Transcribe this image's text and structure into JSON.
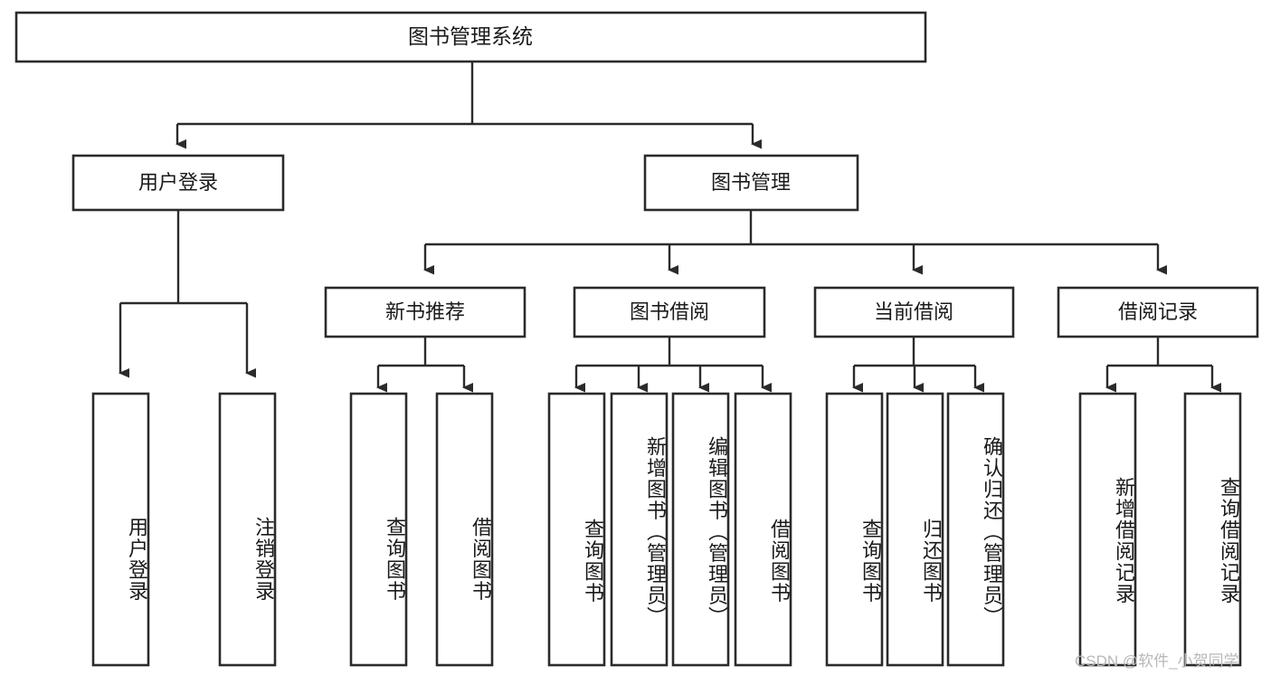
{
  "diagram": {
    "title": "图书管理系统",
    "watermark": "CSDN @软件_小贺同学",
    "colors": {
      "stroke": "#2b2b2b",
      "box_fill": "#ffffff",
      "text": "#1a1a1a",
      "watermark": "#b8b8b8",
      "background": "#ffffff"
    },
    "root": {
      "label": "图书管理系统"
    },
    "level2": [
      {
        "label": "用户登录"
      },
      {
        "label": "图书管理"
      }
    ],
    "level3": [
      {
        "label": "新书推荐"
      },
      {
        "label": "图书借阅"
      },
      {
        "label": "当前借阅"
      },
      {
        "label": "借阅记录"
      }
    ],
    "leaves": {
      "user_login": [
        {
          "label": "用户登录"
        },
        {
          "label": "注销登录"
        }
      ],
      "new_book_recommend": [
        {
          "label": "查询图书"
        },
        {
          "label": "借阅图书"
        }
      ],
      "book_borrow": [
        {
          "label": "查询图书"
        },
        {
          "label": "新增图书（管理员）"
        },
        {
          "label": "编辑图书（管理员）"
        },
        {
          "label": "借阅图书"
        }
      ],
      "current_borrow": [
        {
          "label": "查询图书"
        },
        {
          "label": "归还图书"
        },
        {
          "label": "确认归还（管理员）"
        }
      ],
      "borrow_record": [
        {
          "label": "新增借阅记录"
        },
        {
          "label": "查询借阅记录"
        }
      ]
    }
  }
}
